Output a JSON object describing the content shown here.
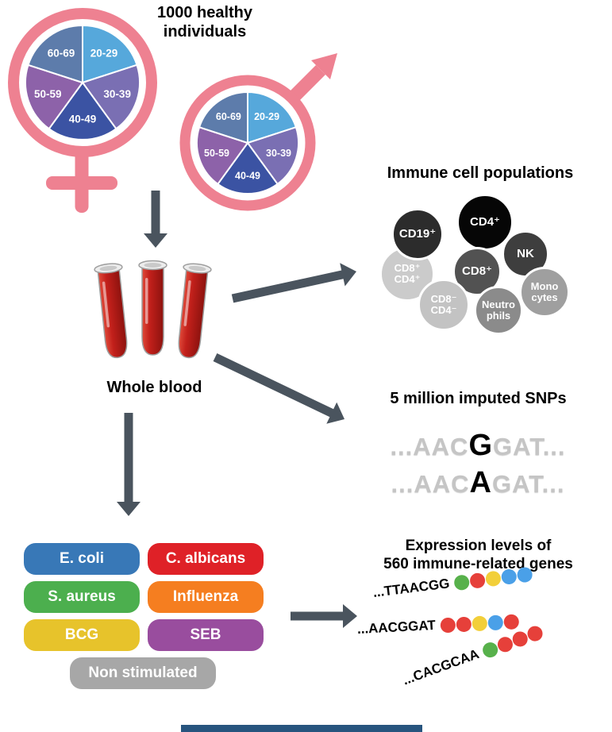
{
  "title": "1000 healthy individuals",
  "arrow_color": "#4a545e",
  "demographics": {
    "age_groups": [
      "20-29",
      "30-39",
      "40-49",
      "50-59",
      "60-69"
    ],
    "pie_colors": [
      "#56a8db",
      "#7a6fb3",
      "#3b53a3",
      "#8d62a9",
      "#5d7cab"
    ],
    "symbol_color": "#ee8191"
  },
  "whole_blood_label": "Whole blood",
  "blood_color": "#c2201b",
  "immune_cells": {
    "heading": "Immune cell populations",
    "cells": [
      {
        "lines": [
          "CD8⁺",
          "CD4⁺"
        ],
        "color": "#cbcbcb"
      },
      {
        "lines": [
          "CD19⁺"
        ],
        "color": "#2c2c2c"
      },
      {
        "lines": [
          "NK"
        ],
        "color": "#3e3e3e"
      },
      {
        "lines": [
          "Mono",
          "cytes"
        ],
        "color": "#9f9f9f"
      },
      {
        "lines": [
          "CD4⁺"
        ],
        "color": "#060606"
      },
      {
        "lines": [
          "CD8⁺"
        ],
        "color": "#525252"
      },
      {
        "lines": [
          "CD8⁻",
          "CD4⁻"
        ],
        "color": "#c3c3c3"
      },
      {
        "lines": [
          "Neutro",
          "phils"
        ],
        "color": "#8b8b8b"
      }
    ]
  },
  "snps": {
    "heading": "5 million imputed SNPs",
    "sequences": [
      {
        "prefix": "...AAC",
        "snp": "G",
        "suffix": "GAT..."
      },
      {
        "prefix": "...AAC",
        "snp": "A",
        "suffix": "GAT..."
      }
    ]
  },
  "stimulation": {
    "items": [
      {
        "label": "E. coli",
        "color": "#3878b7"
      },
      {
        "label": "C. albicans",
        "color": "#df2127"
      },
      {
        "label": "S. aureus",
        "color": "#4caf4e"
      },
      {
        "label": "Influenza",
        "color": "#f57e20"
      },
      {
        "label": "BCG",
        "color": "#e7c32b"
      },
      {
        "label": "SEB",
        "color": "#994d9e"
      },
      {
        "label": "Non stimulated",
        "color": "#a7a7a7"
      }
    ]
  },
  "expression": {
    "heading_line1": "Expression levels of",
    "heading_line2": "560 immune-related genes",
    "dot_colors": {
      "green": "#57b14b",
      "red": "#e6403a",
      "yellow": "#f2cf3a",
      "blue": "#4aa0e8"
    },
    "rows": [
      {
        "seq": "...TTAACGG",
        "dots": [
          "green",
          "red",
          "yellow",
          "blue",
          "blue"
        ]
      },
      {
        "seq": "...AACGGAT",
        "dots": [
          "red",
          "red",
          "yellow",
          "blue",
          "red"
        ]
      },
      {
        "seq": "...CACGCAA",
        "dots": [
          "green",
          "red",
          "red",
          "red"
        ]
      }
    ]
  },
  "bottom_bar_color": "#27547e"
}
